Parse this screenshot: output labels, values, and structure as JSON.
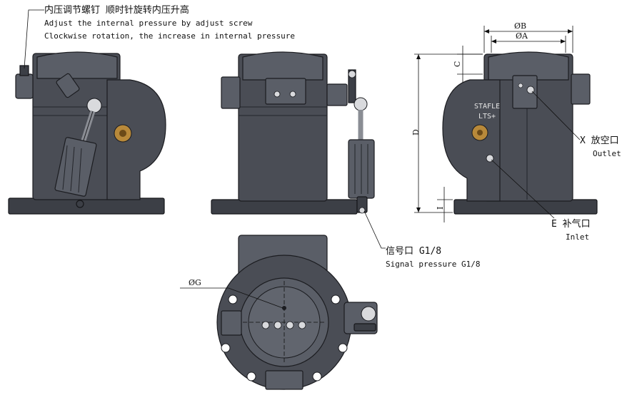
{
  "annotations": {
    "adjust_cn": "内压调节螺钉 顺时针旋转内压升高",
    "adjust_en_1": "Adjust the internal pressure by adjust screw",
    "adjust_en_2": "Clockwise rotation, the increase in internal pressure",
    "signal_cn": "信号口 G1/8",
    "signal_en": "Signal pressure G1/8",
    "outlet_cn": "X 放空口",
    "outlet_en": "Outlet",
    "inlet_cn": "E 补气口",
    "inlet_en": "Inlet"
  },
  "dimensions": {
    "b": "ØB",
    "a": "ØA",
    "c": "C",
    "d": "D",
    "i": "I",
    "g": "ØG"
  },
  "plate_text": {
    "line1": "STAFLE",
    "line2": "LTS+"
  },
  "colors": {
    "body": "#4a4d55",
    "outline": "#1b1c20",
    "line": "#111111",
    "brass": "#b8893a"
  }
}
